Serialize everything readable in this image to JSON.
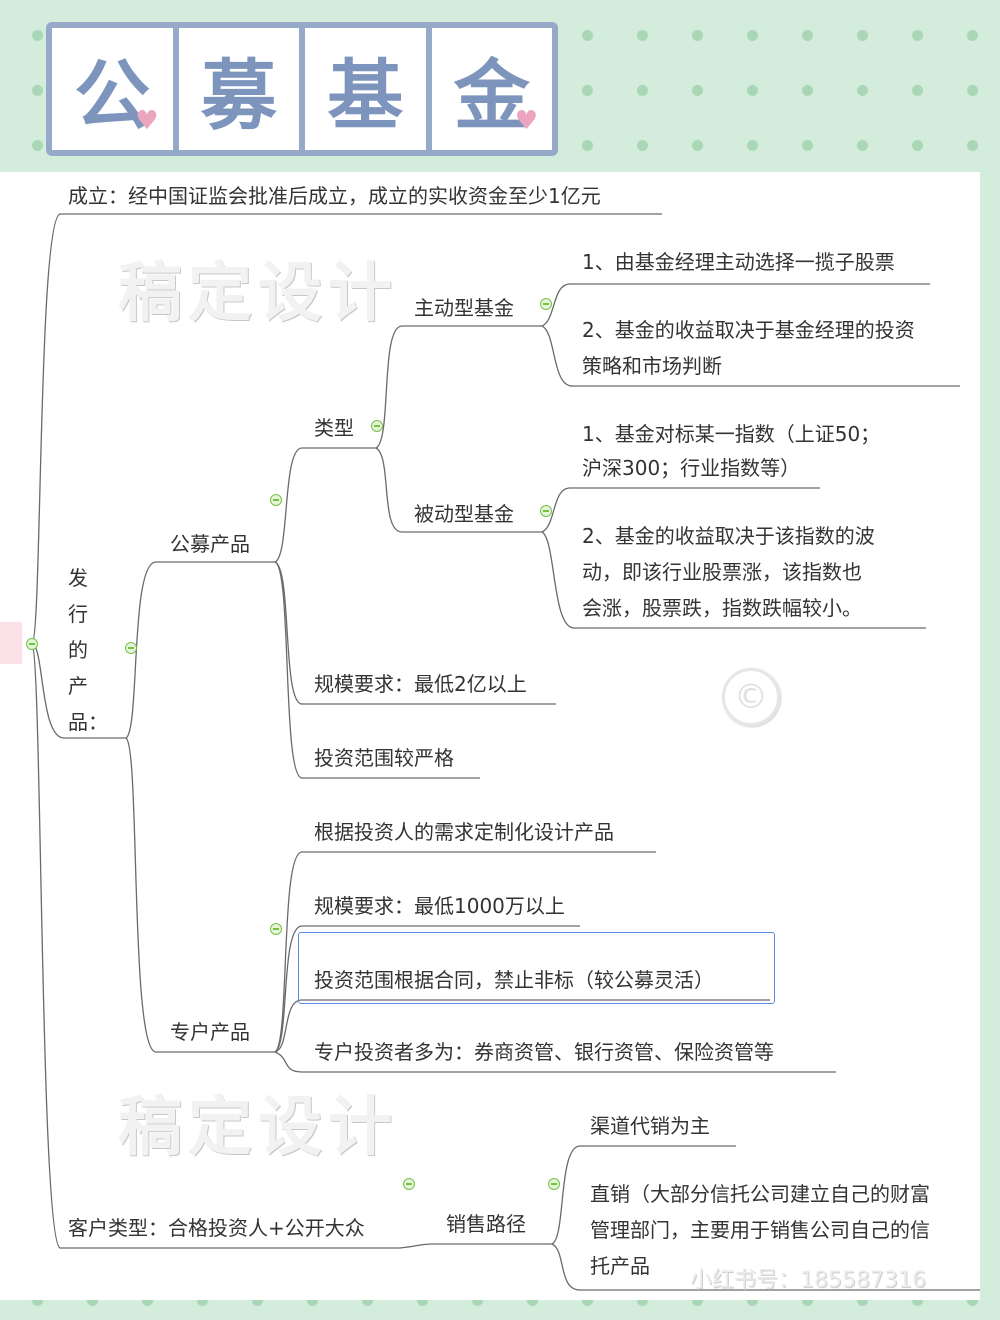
{
  "title": {
    "chars": [
      "公",
      "募",
      "基",
      "金"
    ]
  },
  "mindmap": {
    "establish": "成立：经中国证监会批准后成立，成立的实收资金至少1亿元",
    "issued_products": "发\n行\n的\n产\n品：",
    "issued_chars": [
      "发",
      "行",
      "的",
      "产",
      "品："
    ],
    "public_product": {
      "label": "公募产品",
      "type": {
        "label": "类型",
        "active": {
          "label": "主动型基金",
          "points": [
            "1、由基金经理主动选择一揽子股票",
            "2、基金的收益取决于基金经理的投资",
            "策略和市场判断"
          ]
        },
        "passive": {
          "label": "被动型基金",
          "points": [
            "1、基金对标某一指数（上证50；",
            "沪深300；行业指数等）",
            "2、基金的收益取决于该指数的波",
            "动，即该行业股票涨，该指数也",
            "会涨，股票跌，指数跌幅较小。"
          ]
        }
      },
      "scale": "规模要求：最低2亿以上",
      "scope": "投资范围较严格"
    },
    "special_product": {
      "label": "专户产品",
      "items": [
        "根据投资人的需求定制化设计产品",
        "规模要求：最低1000万以上",
        "投资范围根据合同，禁止非标（较公募灵活）",
        "专户投资者多为：券商资管、银行资管、保险资管等"
      ]
    },
    "customer": "客户类型：合格投资人+公开大众",
    "sales": {
      "label": "销售路径",
      "items": [
        "渠道代销为主",
        "直销（大部分信托公司建立自己的财富",
        "管理部门，主要用于销售公司自己的信",
        "托产品"
      ]
    }
  },
  "watermarks": {
    "design": "稿定设计",
    "copyright": "©",
    "xhs": "小红书号：185587316"
  },
  "colors": {
    "title_frame": "#97a9c8",
    "title_text": "#7d95bc",
    "heart": "#eba5be",
    "collapse": "#76c046",
    "background": "#d3ecdb",
    "selection": "#5d8be0"
  }
}
